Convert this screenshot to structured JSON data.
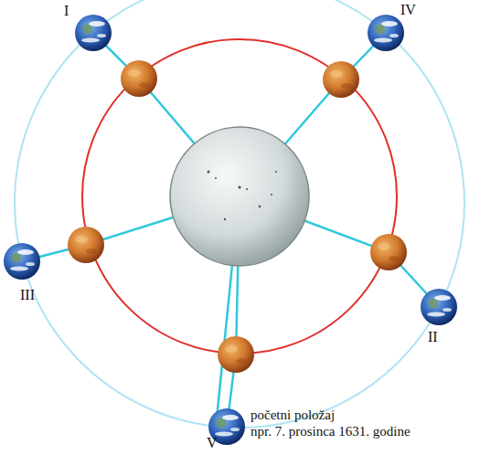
{
  "diagram": {
    "labels": [
      "I",
      "IV",
      "III",
      "II",
      "V",
      "početni položaj",
      "npr. 7. prosinca 1631. godine"
    ]
  }
}
